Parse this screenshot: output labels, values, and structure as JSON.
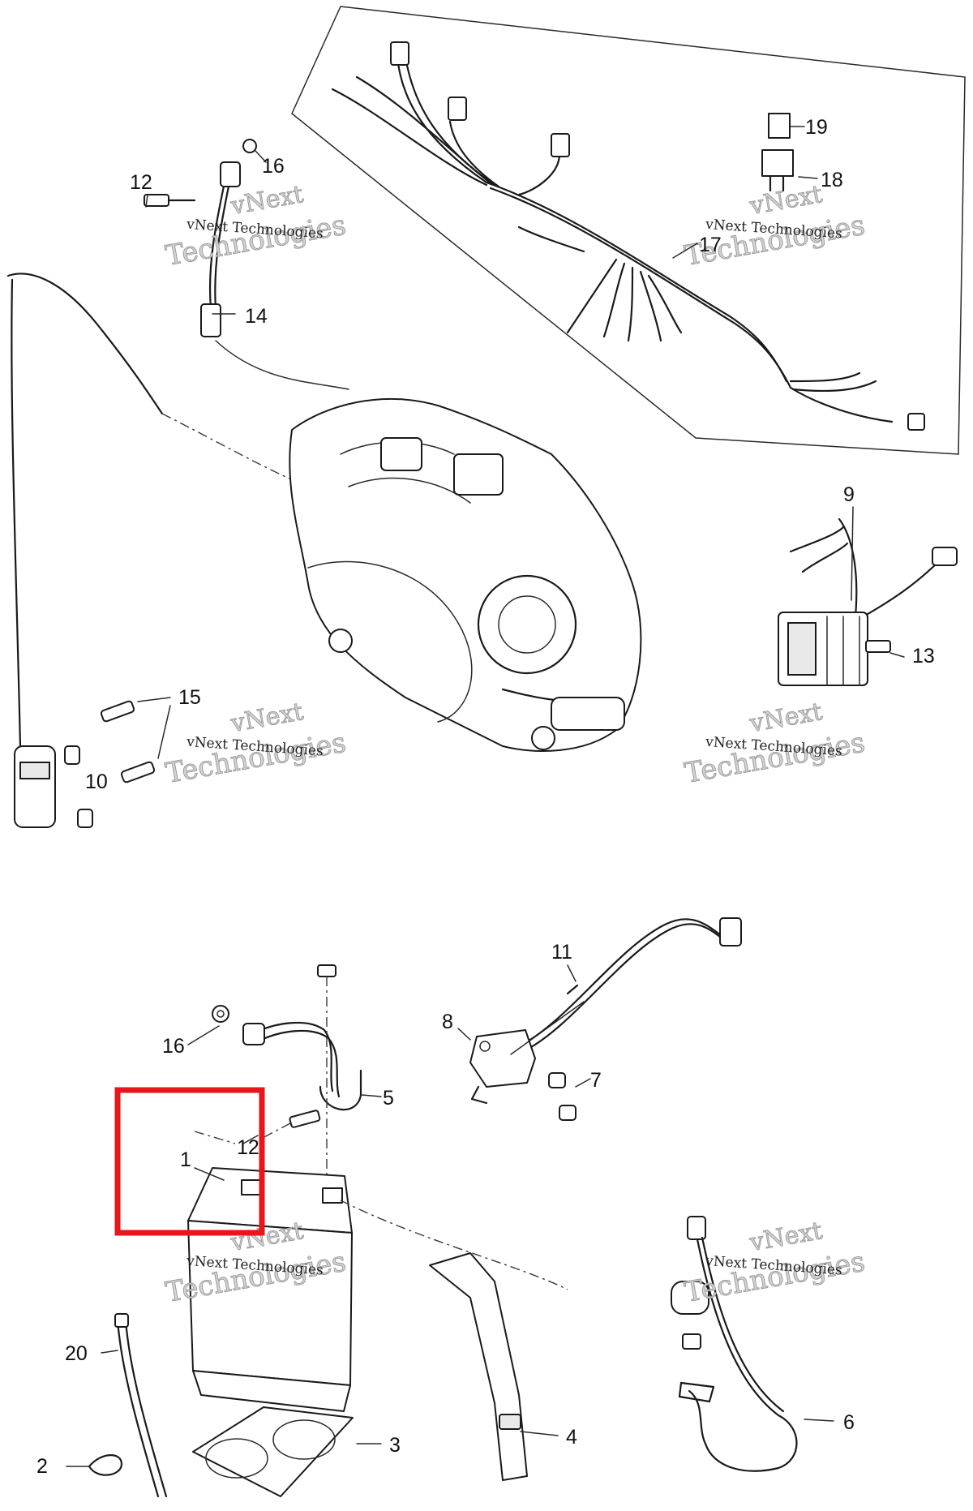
{
  "callouts": {
    "c1": "1",
    "c2": "2",
    "c3": "3",
    "c4": "4",
    "c5": "5",
    "c6": "6",
    "c7": "7",
    "c8": "8",
    "c9": "9",
    "c10": "10",
    "c11": "11",
    "c12_top": "12",
    "c12_bottom": "12",
    "c13": "13",
    "c14": "14",
    "c15": "15",
    "c16_top": "16",
    "c16_bottom": "16",
    "c17": "17",
    "c18": "18",
    "c19": "19",
    "c20": "20"
  },
  "watermark": {
    "line1": "vNext",
    "line2": "Technologies",
    "small": "vNext Technologies"
  },
  "highlight": {
    "color": "#e8151b"
  },
  "colors": {
    "ink": "#1a1a1a",
    "background": "#ffffff"
  }
}
